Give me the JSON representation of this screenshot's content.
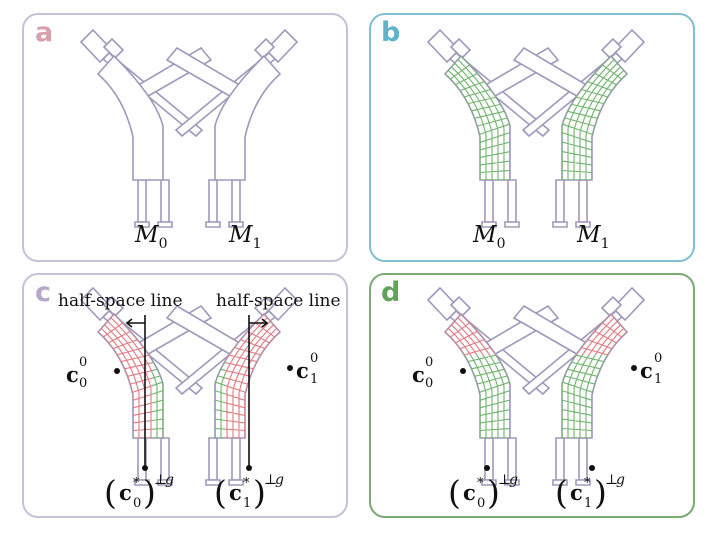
{
  "panels": [
    {
      "id": "a",
      "label": "a",
      "models": [
        "M0",
        "M1"
      ]
    },
    {
      "id": "b",
      "label": "b",
      "models": [
        "M0",
        "M1"
      ]
    },
    {
      "id": "c",
      "label": "c",
      "annotation": "half-space line"
    },
    {
      "id": "d",
      "label": "d"
    }
  ],
  "labels": {
    "a": "a",
    "b": "b",
    "c": "c",
    "d": "d",
    "m": "M",
    "m0_sub": "0",
    "m1_sub": "1",
    "half_space_line": "half-space line",
    "c_char": "c",
    "sup0": "0",
    "sub0": "0",
    "sub1": "1",
    "star": "*",
    "perp": "⊥",
    "g": "g"
  },
  "colors": {
    "outline": "#a098bc",
    "grid_green": "#6fb26b",
    "grid_red": "#e07a80",
    "border_a": "#c9c0d6",
    "border_b": "#7fbfd1",
    "border_c": "#c9c0d6",
    "border_d": "#7aab72"
  }
}
